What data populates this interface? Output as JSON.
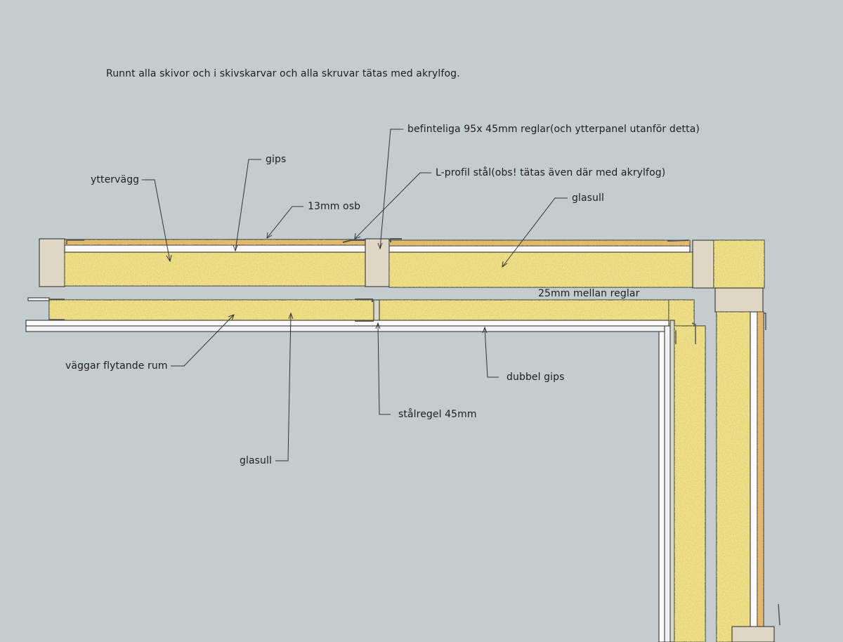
{
  "note": "Runnt alla skivor och i skivskarvar och alla skruvar tätas med akrylfog.",
  "labels": {
    "yttervagg": "yttervägg",
    "gips": "gips",
    "osb": "13mm osb",
    "befintliga": "befinteliga 95x 45mm reglar(och ytterpanel utanför detta)",
    "lprofil": "L-profil stål(obs! tätas även där med akrylfog)",
    "glasull_top": "glasull",
    "mellan": "25mm mellan reglar",
    "vaggar": "väggar flytande rum",
    "dubbel": "dubbel gips",
    "stalregel": "stålregel 45mm",
    "glasull_bottom": "glasull"
  },
  "colors": {
    "background": "#c3ccce",
    "insulation": "#e7d574",
    "osb": "#e6b766",
    "gypsum": "#fbfbfb",
    "stud": "#dfd6c3",
    "outline": "#262626"
  }
}
